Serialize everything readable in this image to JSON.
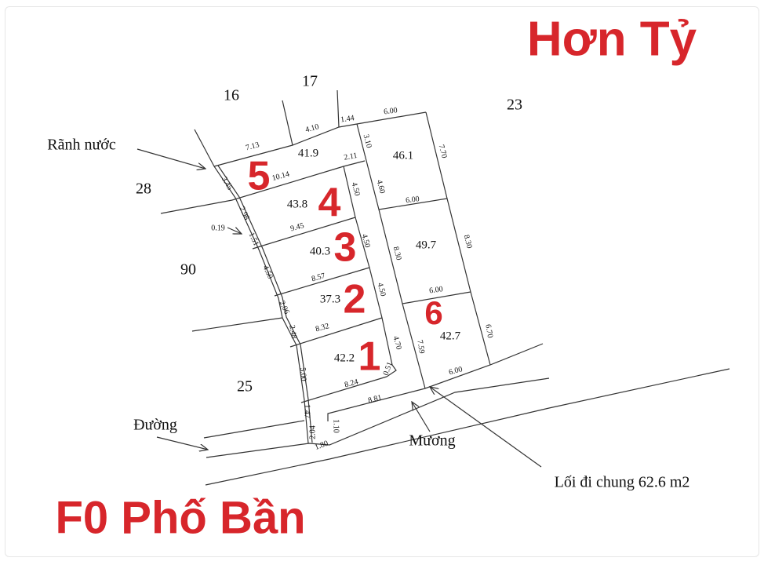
{
  "colors": {
    "accent": "#d7262b",
    "line": "#333333"
  },
  "titles": {
    "top_right": "Hơn Tỷ",
    "bottom_left": "F0 Phố Bần"
  },
  "neighbors": {
    "n16": "16",
    "n17": "17",
    "n23": "23",
    "n28": "28",
    "n90": "90",
    "n25": "25"
  },
  "annotations": {
    "ditch": "Rãnh nước",
    "road": "Đường",
    "canal": "Mương",
    "shared_path": "Lối đi chung 62.6 m2"
  },
  "lots": [
    {
      "number": "1",
      "area": "42.2"
    },
    {
      "number": "2",
      "area": "37.3"
    },
    {
      "number": "3",
      "area": "40.3"
    },
    {
      "number": "4",
      "area": "43.8"
    },
    {
      "number": "5",
      "area": "41.9"
    },
    {
      "number": "6",
      "area": "42.7"
    }
  ],
  "extra_areas": {
    "a46": "46.1",
    "a49": "49.7"
  },
  "dimensions": [
    "7.13",
    "4.10",
    "1.44",
    "6.00",
    "3.10",
    "7.70",
    "2.11",
    "10.14",
    "3.45",
    "4.50",
    "4.60",
    "6.00",
    "2.98",
    "0.19",
    "9.45",
    "1.51",
    "4.50",
    "8.30",
    "8.30",
    "4.50",
    "8.57",
    "4.50",
    "6.00",
    "2.06",
    "8.32",
    "2.48",
    "4.70",
    "7.59",
    "6.70",
    "0.51",
    "5.00",
    "8.24",
    "6.00",
    "8.81",
    "1.47",
    "2.04",
    "1.10",
    "1.80"
  ]
}
